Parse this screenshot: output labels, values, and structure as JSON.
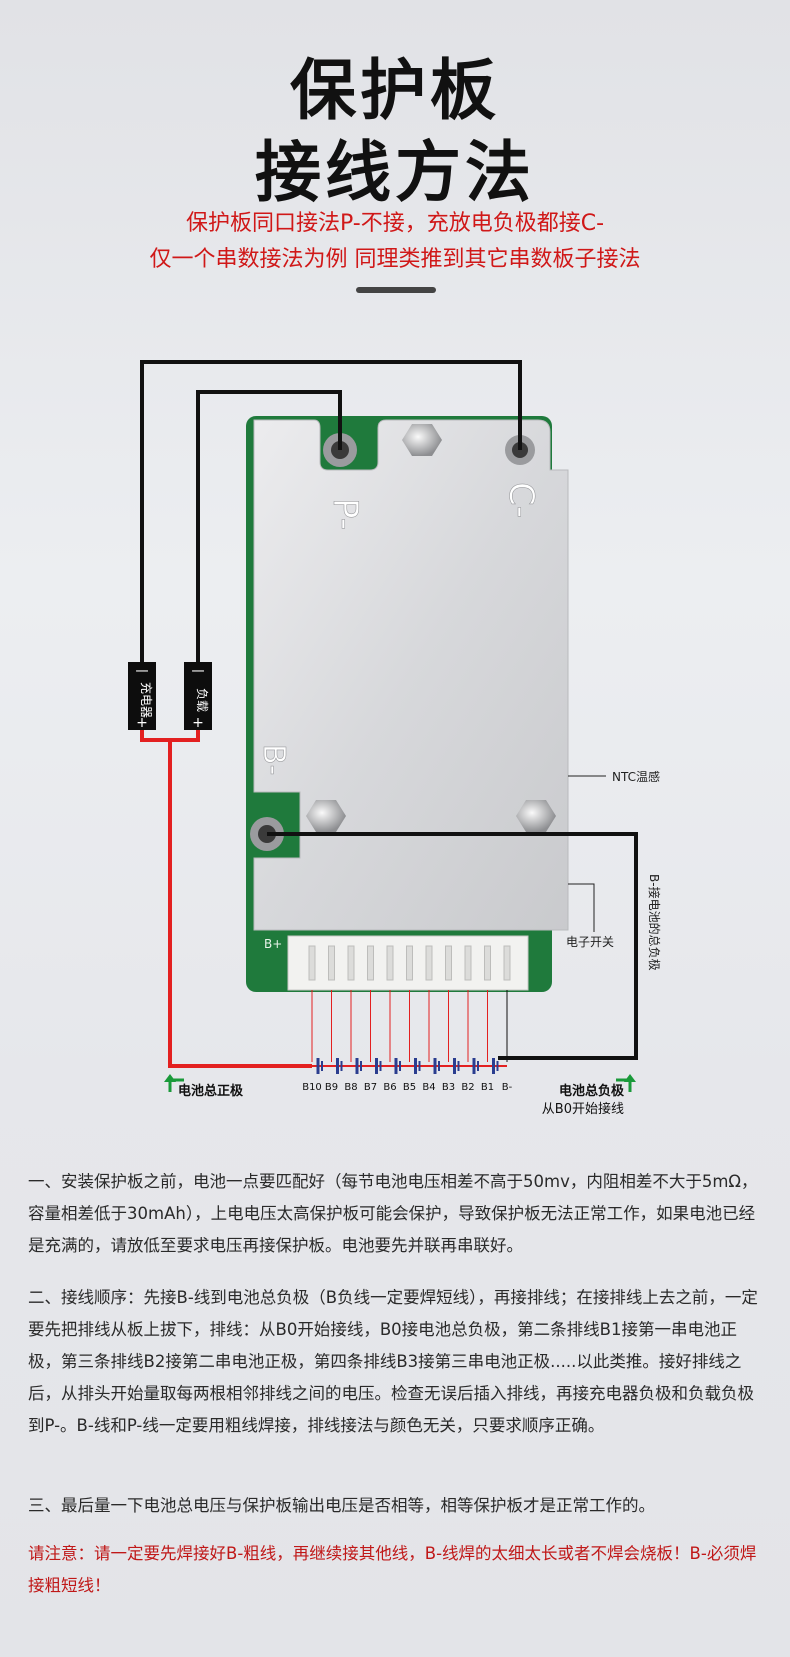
{
  "title": {
    "line1": "保护板",
    "line2": "接线方法"
  },
  "subtitle": {
    "line1": "保护板同口接法P-不接，充放电负极都接C-",
    "line2": "仅一个串数接法为例 同理类推到其它串数板子接法"
  },
  "diagram": {
    "pin_p": "P-",
    "pin_c": "C-",
    "pin_b": "B-",
    "charger_label": "充电器",
    "load_label": "负载",
    "minus": "一",
    "plus": "+",
    "ntc_label": "NTC温感",
    "switch_label": "电子开关",
    "b_minus_note": "B-接电池的总负极",
    "pos_label": "电池总正极",
    "neg_label_1": "电池总负极",
    "neg_label_2": "从B0开始接线",
    "taps": [
      "B10",
      "B9",
      "B8",
      "B7",
      "B6",
      "B5",
      "B4",
      "B3",
      "B2",
      "B1",
      "B-"
    ],
    "pcb_mark": "B+",
    "colors": {
      "red_wire": "#e32020",
      "black_wire": "#111111",
      "pcb_green": "#1f7a3c",
      "board_metal": "#dcdcde",
      "label_bg": "#0d0d0d"
    }
  },
  "instructions": {
    "p1": "一、安装保护板之前，电池一点要匹配好（每节电池电压相差不高于50mv，内阻相差不大于5mΩ，容量相差低于30mAh），上电电压太高保护板可能会保护，导致保护板无法正常工作，如果电池已经是充满的，请放低至要求电压再接保护板。电池要先并联再串联好。",
    "p2": "二、接线顺序：先接B-线到电池总负极（B负线一定要焊短线），再接排线；在接排线上去之前，一定要先把排线从板上拔下，排线：从B0开始接线，B0接电池总负极，第二条排线B1接第一串电池正极，第三条排线B2接第二串电池正极，第四条排线B3接第三串电池正极.....以此类推。接好排线之后，从排头开始量取每两根相邻排线之间的电压。检查无误后插入排线，再接充电器负极和负载负极到P-。B-线和P-线一定要用粗线焊接，排线接法与颜色无关，只要求顺序正确。",
    "p3": "三、最后量一下电池总电压与保护板输出电压是否相等，相等保护板才是正常工作的。",
    "warning": "请注意：请一定要先焊接好B-粗线，再继续接其他线，B-线焊的太细太长或者不焊会烧板！B-必须焊接粗短线！"
  }
}
